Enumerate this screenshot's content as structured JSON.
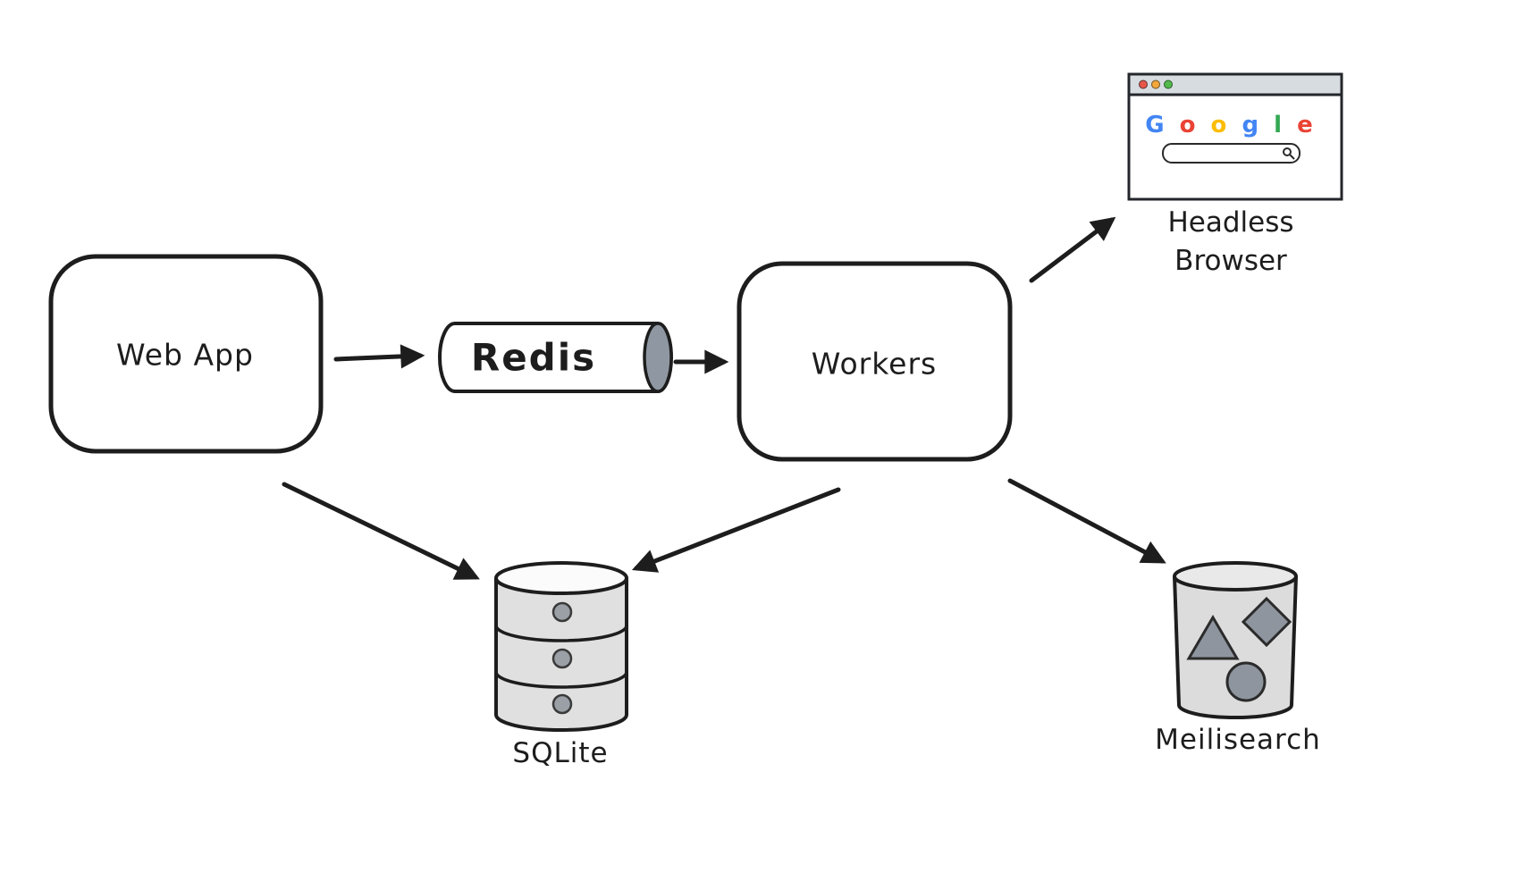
{
  "diagram": {
    "nodes": {
      "web_app": {
        "label": "Web App"
      },
      "redis": {
        "label": "Redis"
      },
      "workers": {
        "label": "Workers"
      },
      "headless_browser": {
        "label_line1": "Headless",
        "label_line2": "Browser"
      },
      "sqlite": {
        "label": "SQLite"
      },
      "meilisearch": {
        "label": "Meilisearch"
      }
    },
    "edges": [
      {
        "from": "web_app",
        "to": "redis"
      },
      {
        "from": "redis",
        "to": "workers"
      },
      {
        "from": "workers",
        "to": "headless_browser"
      },
      {
        "from": "web_app",
        "to": "sqlite"
      },
      {
        "from": "workers",
        "to": "sqlite"
      },
      {
        "from": "workers",
        "to": "meilisearch"
      }
    ],
    "browser_window": {
      "traffic_light_colors": [
        "#e8564a",
        "#f3a73b",
        "#52b94a"
      ],
      "logo_letters": [
        "G",
        "o",
        "o",
        "g",
        "l",
        "e"
      ],
      "logo_colors": [
        "#4285F4",
        "#EA4335",
        "#FBBC05",
        "#4285F4",
        "#34A853",
        "#EA4335"
      ]
    },
    "colors": {
      "stroke": "#1d1d1d",
      "cylinder_cap_gray": "#8f98a2",
      "database_body_gray": "#e0e0e0",
      "bucket_body_gray": "#dcdcdc",
      "shape_gray": "#8e959e",
      "titlebar_gray": "#d7dce1"
    }
  }
}
